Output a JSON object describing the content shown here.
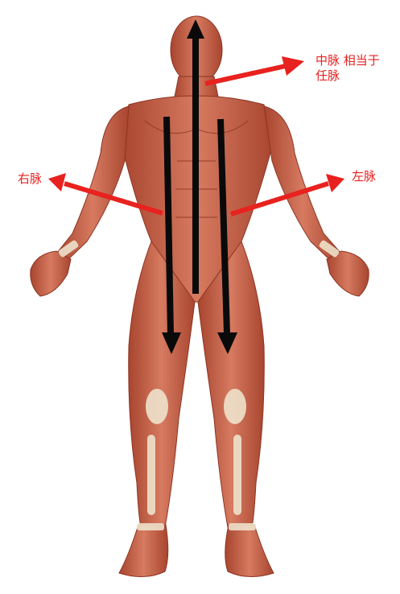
{
  "labels": {
    "middle_line1": "中脉 相当于",
    "middle_line2": "任脉",
    "right": "右脉",
    "left": "左脉"
  },
  "colors": {
    "label_arrow": "#e8221f",
    "channel_arrow": "#0a0a0a",
    "muscle": "#c9654d",
    "muscle_dark": "#9e3f2c",
    "tendon": "#efe2cc",
    "background": "#ffffff"
  },
  "figure": "anatomical-muscle-figure-front-view"
}
